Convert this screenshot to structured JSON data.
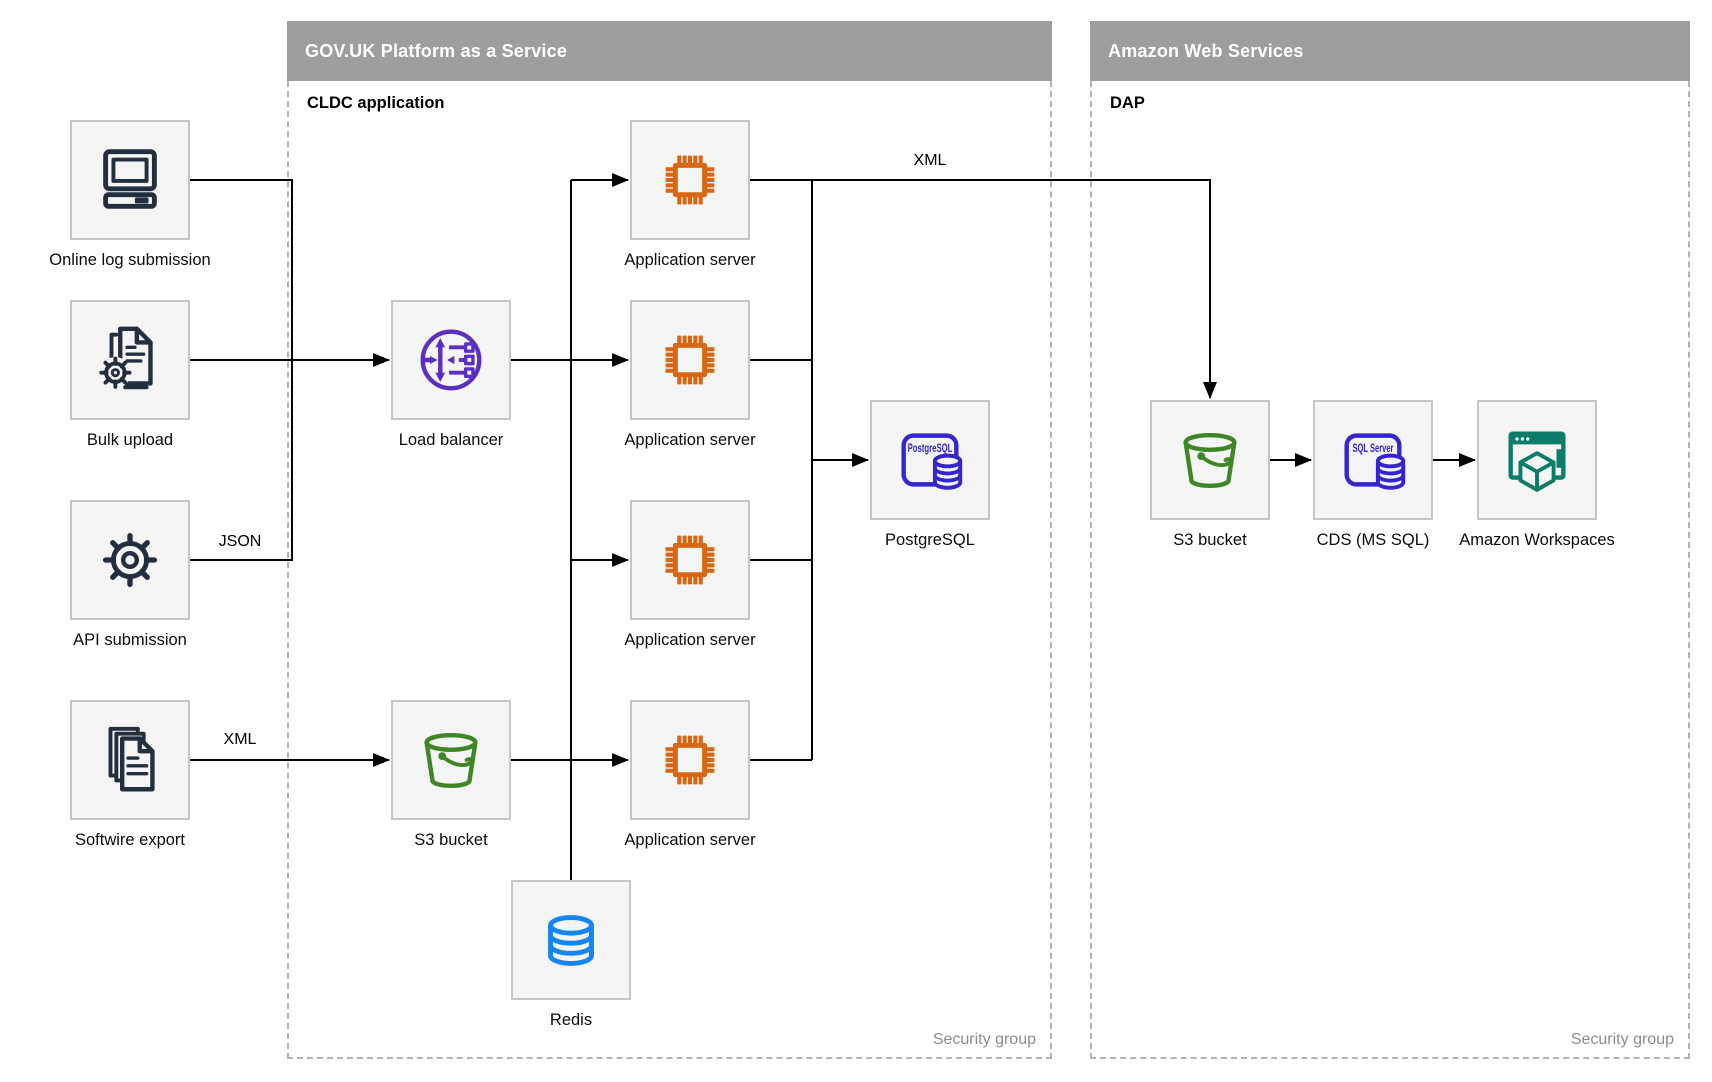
{
  "containers": {
    "govuk": {
      "title": "GOV.UK Platform as a Service",
      "sublabel": "CLDC application",
      "footer": "Security group"
    },
    "aws": {
      "title": "Amazon Web Services",
      "sublabel": "DAP",
      "footer": "Security group"
    }
  },
  "nodes": {
    "online_log": {
      "label": "Online log submission",
      "icon": "computer-icon"
    },
    "bulk_upload": {
      "label": "Bulk upload",
      "icon": "document-gear-icon"
    },
    "api_submission": {
      "label": "API submission",
      "icon": "gear-icon"
    },
    "softwire_export": {
      "label": "Softwire export",
      "icon": "documents-stack-icon"
    },
    "load_balancer": {
      "label": "Load balancer",
      "icon": "load-balancer-icon"
    },
    "app_server_1": {
      "label": "Application server",
      "icon": "chip-icon"
    },
    "app_server_2": {
      "label": "Application server",
      "icon": "chip-icon"
    },
    "app_server_3": {
      "label": "Application server",
      "icon": "chip-icon"
    },
    "app_server_4": {
      "label": "Application server",
      "icon": "chip-icon"
    },
    "postgresql": {
      "label": "PostgreSQL",
      "icon": "postgresql-database-icon"
    },
    "s3_paas": {
      "label": "S3 bucket",
      "icon": "s3-bucket-icon"
    },
    "redis": {
      "label": "Redis",
      "icon": "redis-cylinder-icon"
    },
    "s3_aws": {
      "label": "S3 bucket",
      "icon": "s3-bucket-icon"
    },
    "cds": {
      "label": "CDS (MS SQL)",
      "icon": "sql-server-database-icon"
    },
    "workspaces": {
      "label": "Amazon Workspaces",
      "icon": "workspaces-icon"
    }
  },
  "icon_text": {
    "postgresql": "PostgreSQL",
    "sql_server": "SQL Server"
  },
  "edge_labels": {
    "json": "JSON",
    "xml_softwire": "XML",
    "xml_app": "XML"
  },
  "colors": {
    "c-header-bar": "#9e9e9e",
    "c-node-fill": "#f5f5f5",
    "c-node-border": "#c6c6c6",
    "c-container-border": "#b3b3b3",
    "c-line": "#000000",
    "c-navy": "#232f3e",
    "c-orange": "#d86613",
    "c-purple": "#5a2fc1",
    "c-green": "#3f8624",
    "c-blue": "#1585f2",
    "c-indigo": "#3325cf",
    "c-teal": "#0b7c68",
    "c-muted": "#8c8c8c"
  }
}
